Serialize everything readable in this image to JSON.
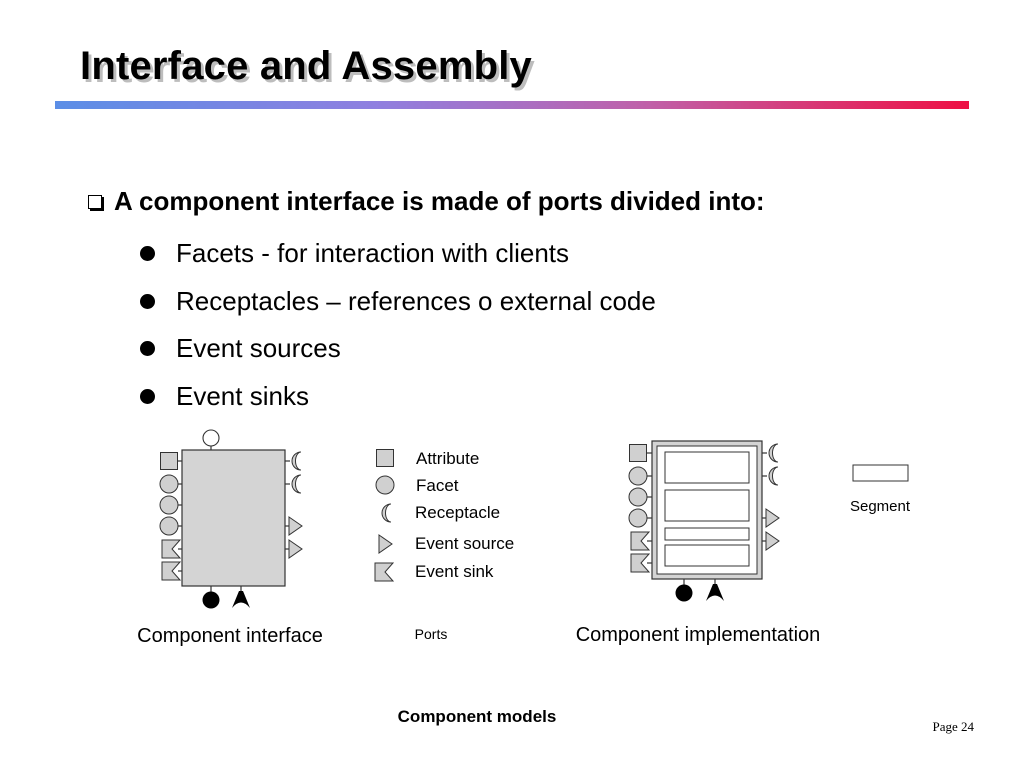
{
  "slide": {
    "title": "Interface and Assembly",
    "main_bullet": "A component interface is made of ports divided into:",
    "sub_bullets": [
      "Facets  - for interaction with clients",
      "Receptacles – references o external code",
      "Event sources",
      "Event sinks"
    ],
    "footer": "Component models",
    "page_number": "Page 24"
  },
  "diagram": {
    "legend": {
      "attribute": "Attribute",
      "facet": "Facet",
      "receptacle": "Receptacle",
      "event_source": "Event source",
      "event_sink": "Event sink"
    },
    "captions": {
      "interface": "Component  interface",
      "ports": "Ports",
      "implementation": "Component  implementation",
      "segment": "Segment"
    },
    "colors": {
      "port_fill": "#d0d0d0",
      "body_fill": "#d4d4d4",
      "title_bar_start": "#5b8ee6",
      "title_bar_end": "#ee1144"
    }
  }
}
